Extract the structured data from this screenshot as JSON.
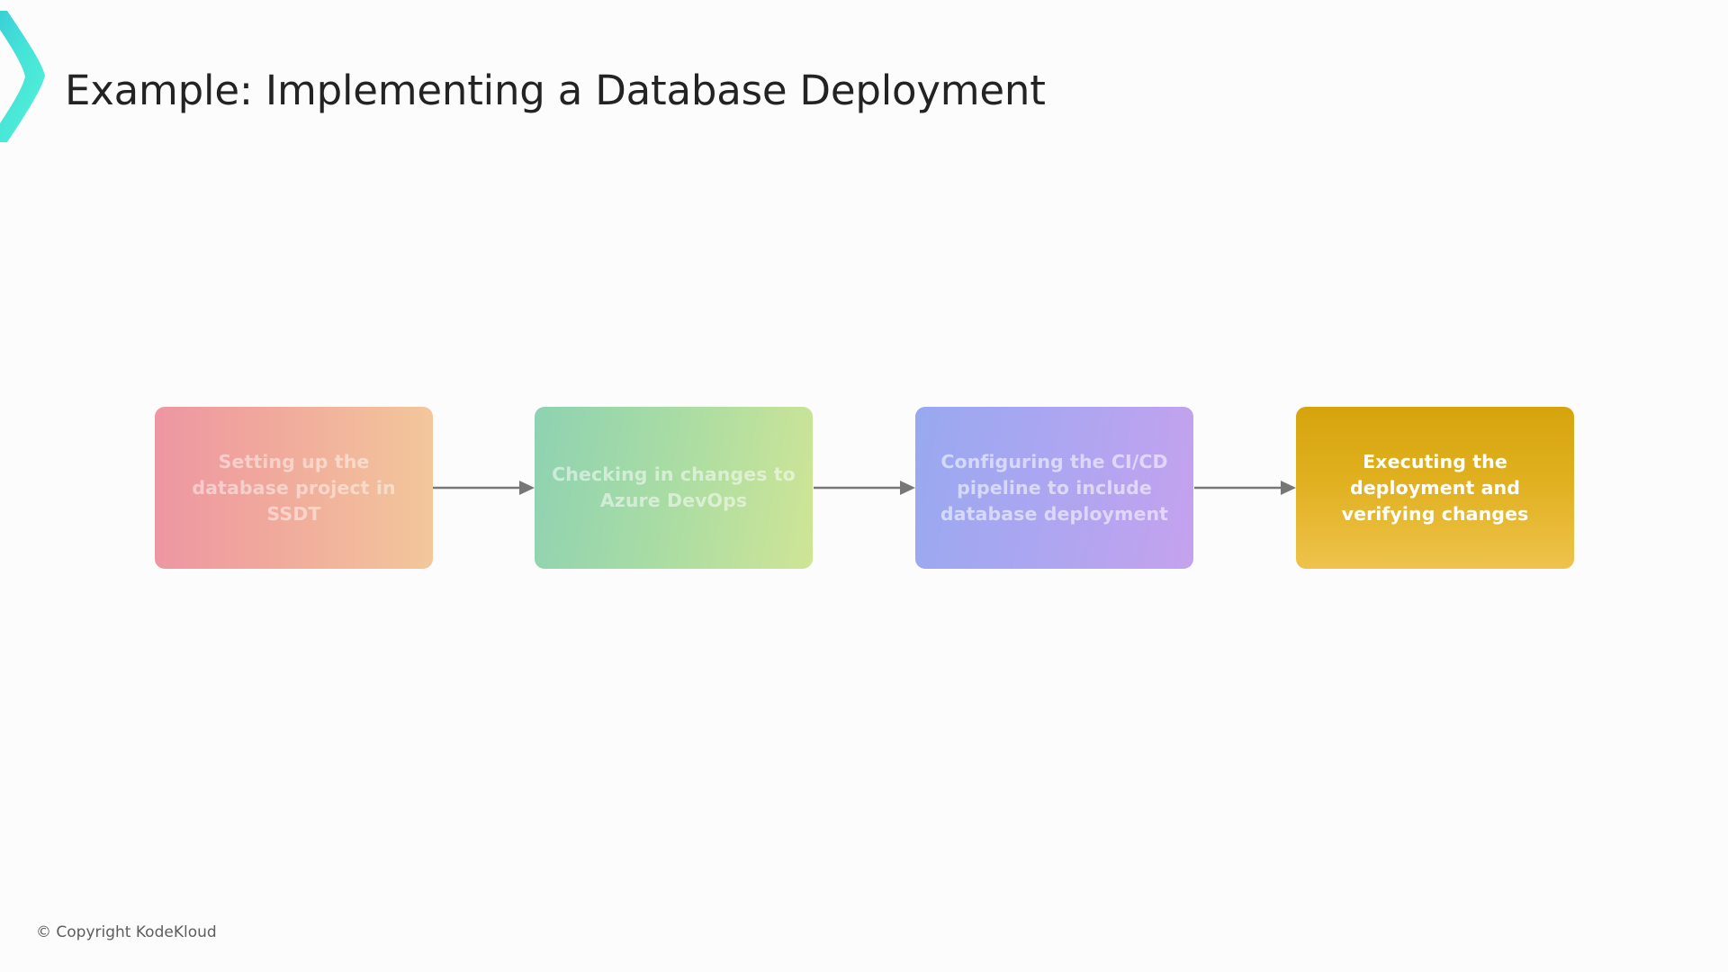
{
  "slide": {
    "title": "Example: Implementing a Database Deployment",
    "background_color": "#fcfcfd",
    "logo_name": "kodekloud-chevron-logo",
    "logo_colors": [
      "#3fd9d4",
      "#53f0dc",
      "#2fc7d6"
    ]
  },
  "diagram": {
    "type": "horizontal-flow",
    "arrow_color": "#777777",
    "steps": [
      {
        "index": 1,
        "label": "Setting up the database project in SSDT",
        "gradient_from": "#ee96a3",
        "gradient_to": "#f3c79b",
        "text_color": "rgba(255,255,255,0.47)"
      },
      {
        "index": 2,
        "label": "Checking in changes to Azure DevOps",
        "gradient_from": "#8ed2b2",
        "gradient_to": "#cfe596",
        "text_color": "rgba(255,255,255,0.52)"
      },
      {
        "index": 3,
        "label": "Configuring the CI/CD pipeline to include database deployment",
        "gradient_from": "#98a9f0",
        "gradient_to": "#c5a2ee",
        "text_color": "rgba(255,255,255,0.56)"
      },
      {
        "index": 4,
        "label": "Executing the deployment and verifying changes",
        "gradient_from": "#d5a40d",
        "gradient_to": "#eec34c",
        "text_color": "#ffffff"
      }
    ],
    "connectors": [
      {
        "from": 1,
        "to": 2,
        "name": "arrow-step-1-to-2"
      },
      {
        "from": 2,
        "to": 3,
        "name": "arrow-step-2-to-3"
      },
      {
        "from": 3,
        "to": 4,
        "name": "arrow-step-3-to-4"
      }
    ]
  },
  "footer": {
    "copyright": "© Copyright KodeKloud"
  }
}
